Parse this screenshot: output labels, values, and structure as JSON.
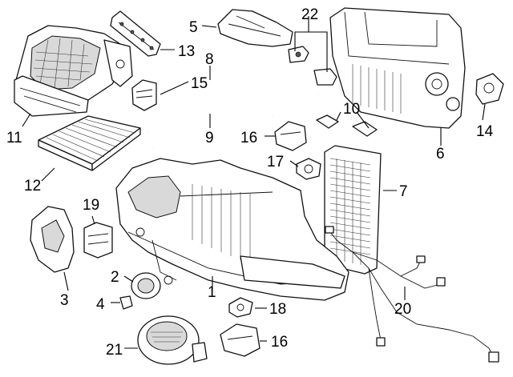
{
  "callouts": [
    {
      "id": "c1",
      "number": "1"
    },
    {
      "id": "c2",
      "number": "2"
    },
    {
      "id": "c3",
      "number": "3"
    },
    {
      "id": "c4",
      "number": "4"
    },
    {
      "id": "c5",
      "number": "5"
    },
    {
      "id": "c6",
      "number": "6"
    },
    {
      "id": "c7",
      "number": "7"
    },
    {
      "id": "c8",
      "number": "8"
    },
    {
      "id": "c9",
      "number": "9"
    },
    {
      "id": "c10",
      "number": "10"
    },
    {
      "id": "c11",
      "number": "11"
    },
    {
      "id": "c12",
      "number": "12"
    },
    {
      "id": "c13",
      "number": "13"
    },
    {
      "id": "c14",
      "number": "14"
    },
    {
      "id": "c15",
      "number": "15"
    },
    {
      "id": "c16a",
      "number": "16"
    },
    {
      "id": "c16b",
      "number": "16"
    },
    {
      "id": "c17",
      "number": "17"
    },
    {
      "id": "c18",
      "number": "18"
    },
    {
      "id": "c19",
      "number": "19"
    },
    {
      "id": "c20",
      "number": "20"
    },
    {
      "id": "c21",
      "number": "21"
    },
    {
      "id": "c22",
      "number": "22"
    }
  ]
}
